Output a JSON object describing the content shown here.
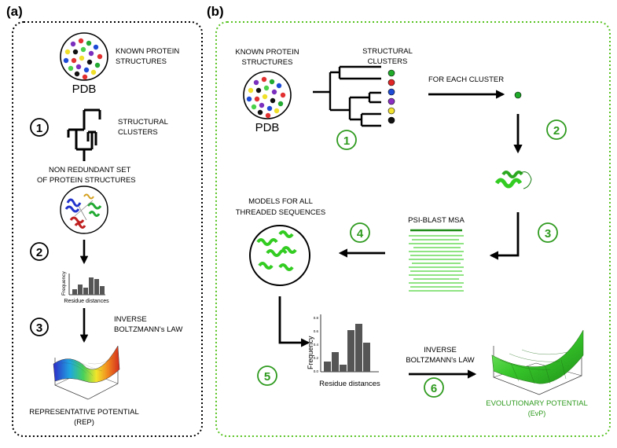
{
  "panel_a": {
    "label": "(a)",
    "known_protein_line1": "KNOWN PROTEIN",
    "known_protein_line2": "STRUCTURES",
    "pdb": "PDB",
    "step1": "1",
    "structural_line1": "STRUCTURAL",
    "structural_line2": "CLUSTERS",
    "nonredundant_line1": "NON REDUNDANT SET",
    "nonredundant_line2": "OF PROTEIN STRUCTURES",
    "step2": "2",
    "hist_ylabel": "Frequency",
    "hist_xlabel": "Residue distances",
    "step3": "3",
    "inverse_line1": "INVERSE",
    "inverse_line2": "BOLTZMANN's LAW",
    "rep_line1": "REPRESENTATIVE POTENTIAL",
    "rep_line2": "(REP)"
  },
  "panel_b": {
    "label": "(b)",
    "known_protein_line1": "KNOWN PROTEIN",
    "known_protein_line2": "STRUCTURES",
    "pdb": "PDB",
    "structural_line1": "STRUCTURAL",
    "structural_line2": "CLUSTERS",
    "for_each_cluster": "FOR EACH CLUSTER",
    "step1": "1",
    "step2": "2",
    "step3": "3",
    "step4": "4",
    "step5": "5",
    "step6": "6",
    "models_line1": "MODELS FOR ALL",
    "models_line2": "THREADED SEQUENCES",
    "psi_blast": "PSI-BLAST MSA",
    "hist_ylabel": "Frequency",
    "hist_xlabel": "Residue distances",
    "inverse_line1": "INVERSE",
    "inverse_line2": "BOLTZMANN's LAW",
    "evp_line1": "EVOLUTIONARY POTENTIAL",
    "evp_line2": "(EvP)",
    "hist_ticks": [
      "0.8",
      "0.6",
      "0.4",
      "0.2",
      "0.0"
    ]
  },
  "colors": {
    "panel_a_border": "#000000",
    "panel_b_border": "#58c322",
    "green_accent": "#2e9a1e",
    "helix_green": "#33cc22",
    "bar_gray": "#555555"
  }
}
